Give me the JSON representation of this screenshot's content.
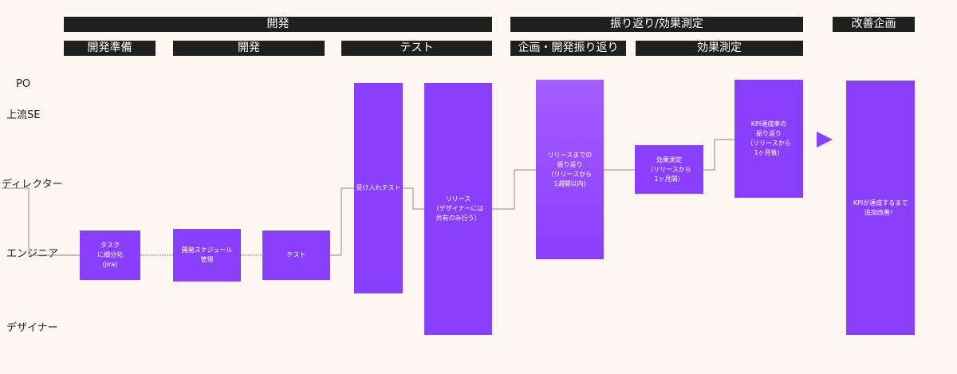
{
  "colors": {
    "accent": "#8A3FFC",
    "header": "#1F1F1F",
    "background": "#FDF7F2"
  },
  "phases": {
    "dev": "開発",
    "review": "振り返り/効果測定",
    "improve": "改善企画"
  },
  "subphases": {
    "prep": "開発準備",
    "dev": "開発",
    "test": "テスト",
    "plan_review": "企画・開発振り返り",
    "measure": "効果測定"
  },
  "roles": {
    "po": "PO",
    "se": "上流SE",
    "director": "ディレクター",
    "engineer": "エンジニア",
    "designer": "デザイナー"
  },
  "boxes": {
    "task": "タスク\nに細分化\n(jira)",
    "schedule": "開発スケジュール\n管理",
    "test": "テスト",
    "acceptance": "受け入れテスト",
    "release": "リリース\n（デザイナーには\n共有のみ行う）",
    "review_until_release": "リリースまでの\n振り返り\n（リリースから\n1週間以内)",
    "measure": "効果測定\n（リリースから\n1ヶ月間）",
    "kpi_review": "KPI達成率の\n振り返り\n（リリースから\n1ヶ月後）",
    "improve": "KPIが達成するまで\n追加改善！"
  }
}
